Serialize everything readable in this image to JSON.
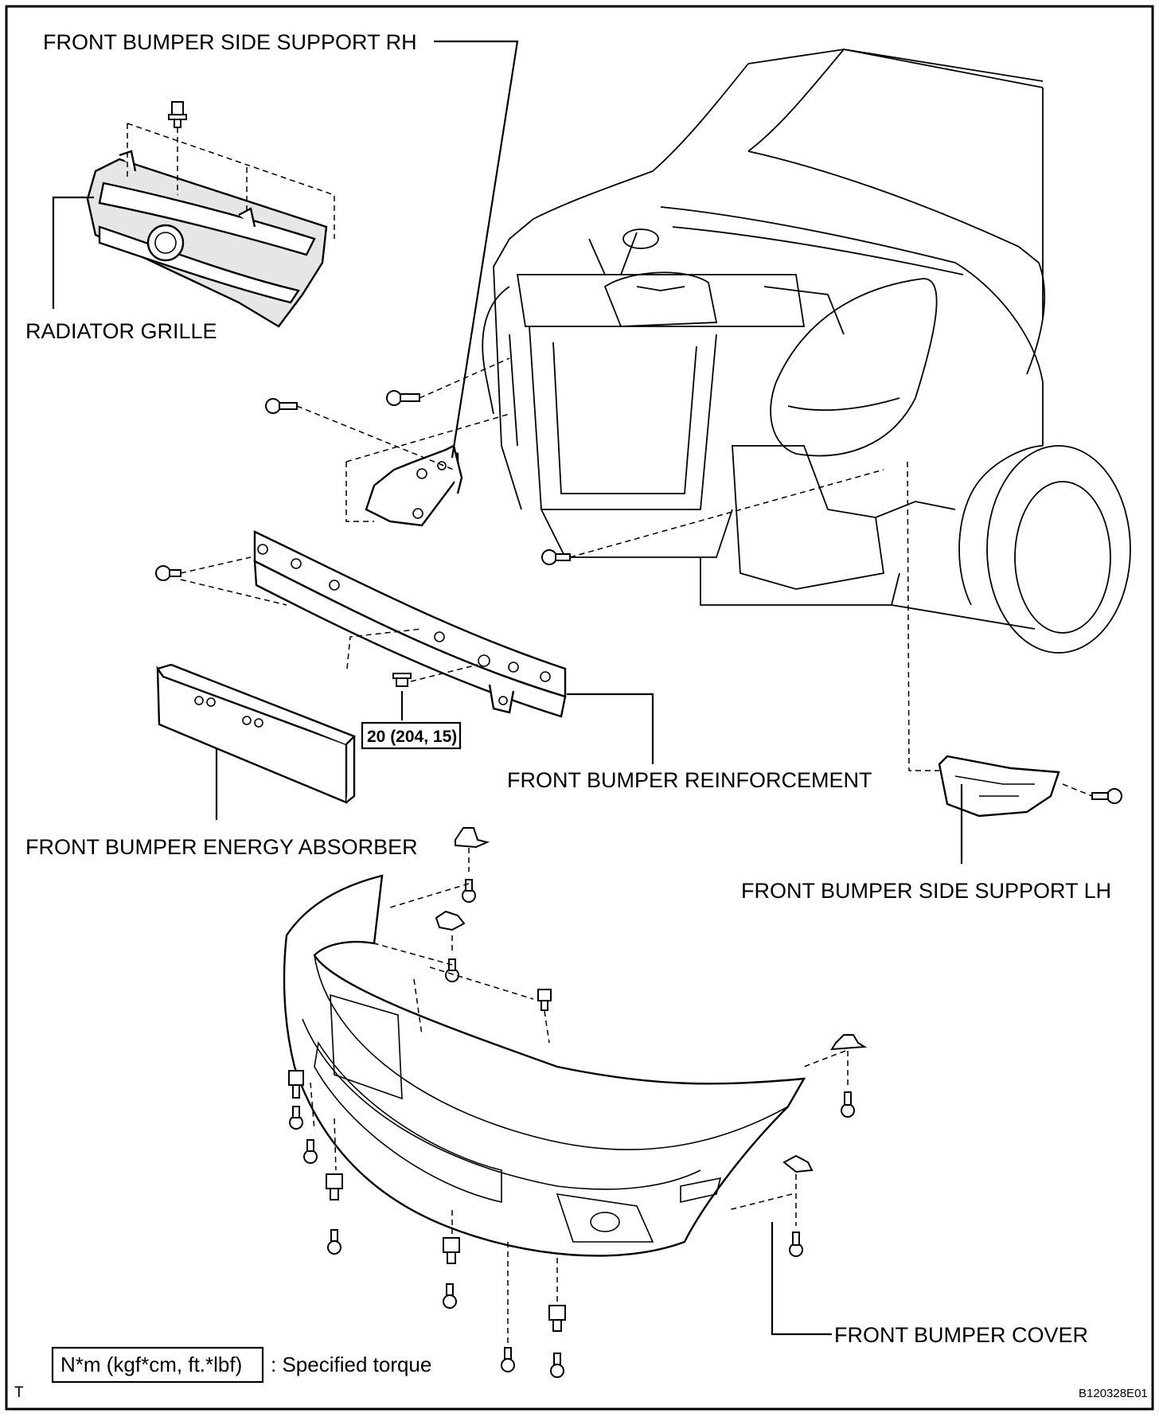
{
  "labels": {
    "side_support_rh": "FRONT BUMPER SIDE SUPPORT RH",
    "radiator_grille": "RADIATOR GRILLE",
    "reinforcement": "FRONT BUMPER REINFORCEMENT",
    "energy_absorber": "FRONT BUMPER ENERGY ABSORBER",
    "side_support_lh": "FRONT BUMPER SIDE SUPPORT LH",
    "bumper_cover": "FRONT BUMPER COVER"
  },
  "torque_value": "20 (204, 15)",
  "legend": {
    "key": "N*m (kgf*cm, ft.*lbf)",
    "description": ": Specified torque"
  },
  "corner_mark": "T",
  "figure_code": "B120328E01"
}
